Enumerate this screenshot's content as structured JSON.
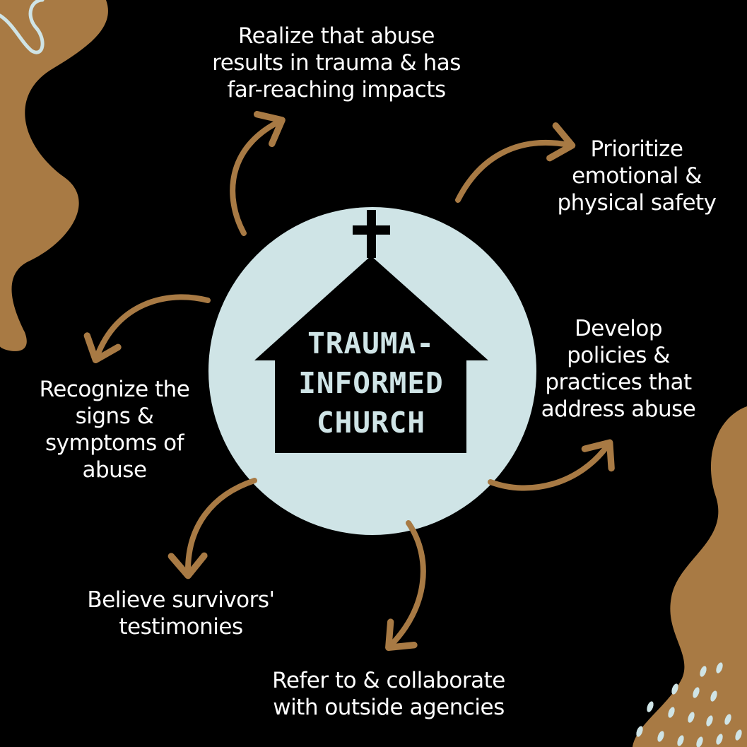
{
  "colors": {
    "background": "#000000",
    "accent_brown": "#a87a44",
    "circle_blue": "#cfe4e6",
    "house_black": "#000000",
    "text_white": "#ffffff",
    "wave_outline": "#cfe4e6"
  },
  "center": {
    "title": "TRAUMA-\nINFORMED\nCHURCH",
    "icon": "church-icon"
  },
  "steps": {
    "realize": "Realize that abuse\nresults in trauma & has\nfar-reaching impacts",
    "prioritize": "Prioritize\nemotional &\nphysical safety",
    "develop": "Develop\npolicies &\npractices that\naddress abuse",
    "refer": "Refer to & collaborate\nwith outside agencies",
    "believe": "Believe survivors'\ntestimonies",
    "recognize": "Recognize the\nsigns &\nsymptoms of\nabuse"
  }
}
